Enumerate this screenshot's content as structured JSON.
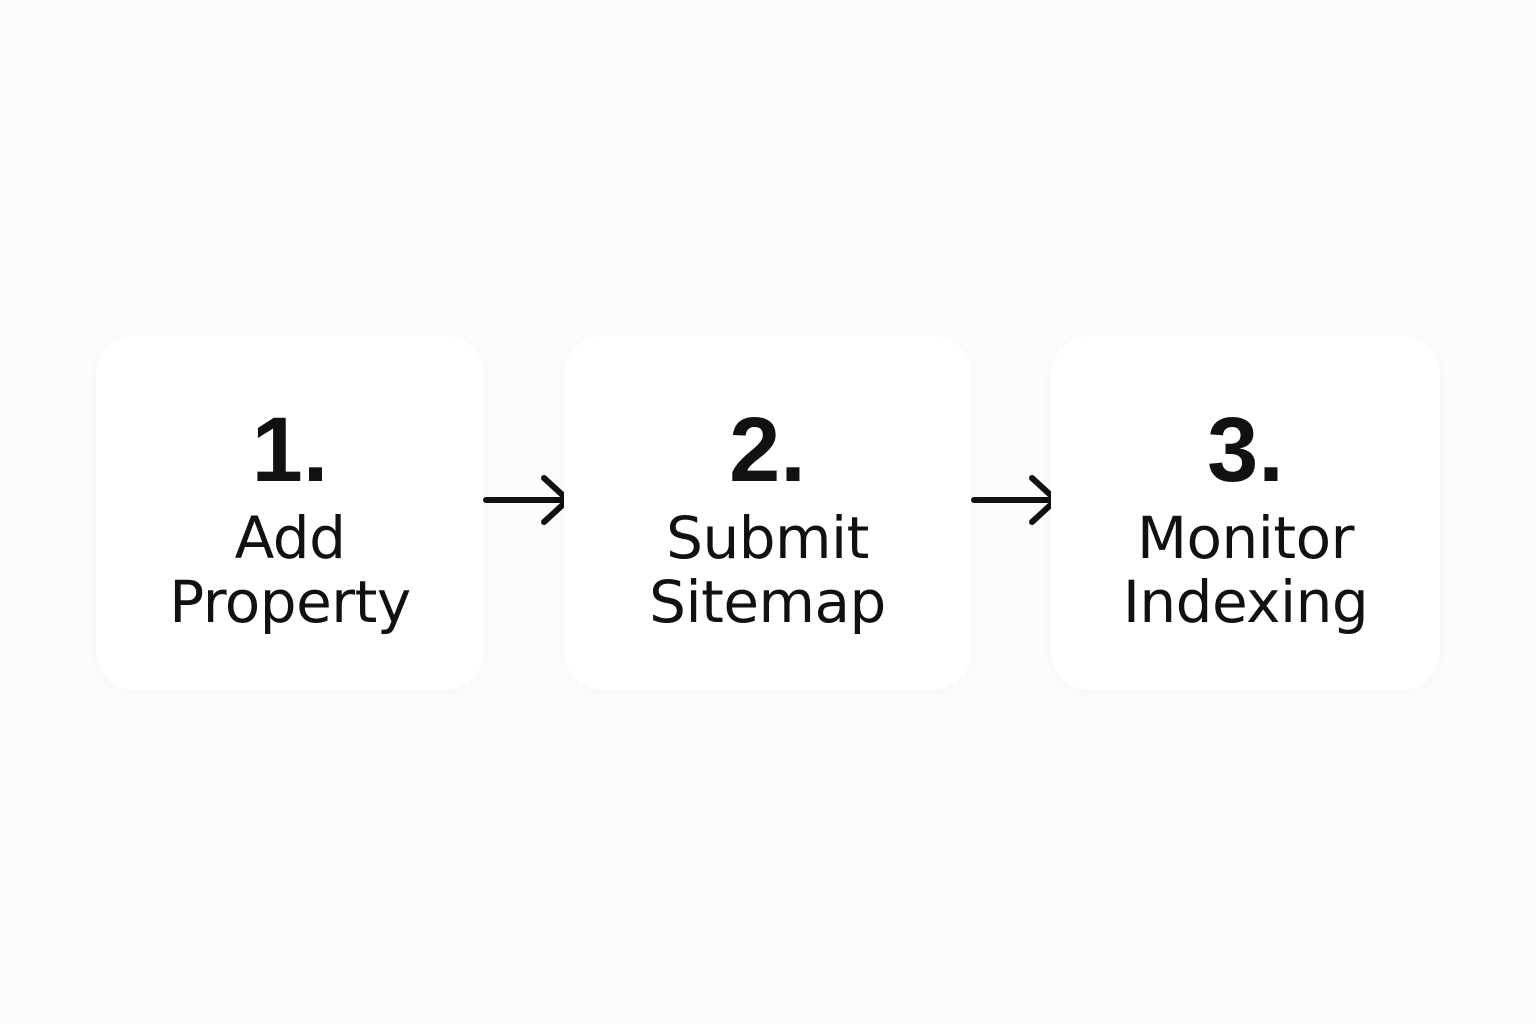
{
  "steps": [
    {
      "number": "1.",
      "label_lines": [
        "Add",
        "Property"
      ]
    },
    {
      "number": "2.",
      "label_lines": [
        "Submit",
        "Sitemap"
      ]
    },
    {
      "number": "3.",
      "label_lines": [
        "Monitor",
        "Indexing"
      ]
    }
  ],
  "arrows": [
    {
      "icon": "arrow-right-icon"
    },
    {
      "icon": "arrow-right-icon"
    }
  ],
  "colors": {
    "background": "#fcfcfc",
    "card": "#ffffff",
    "text": "#111111",
    "arrow": "#111111"
  }
}
